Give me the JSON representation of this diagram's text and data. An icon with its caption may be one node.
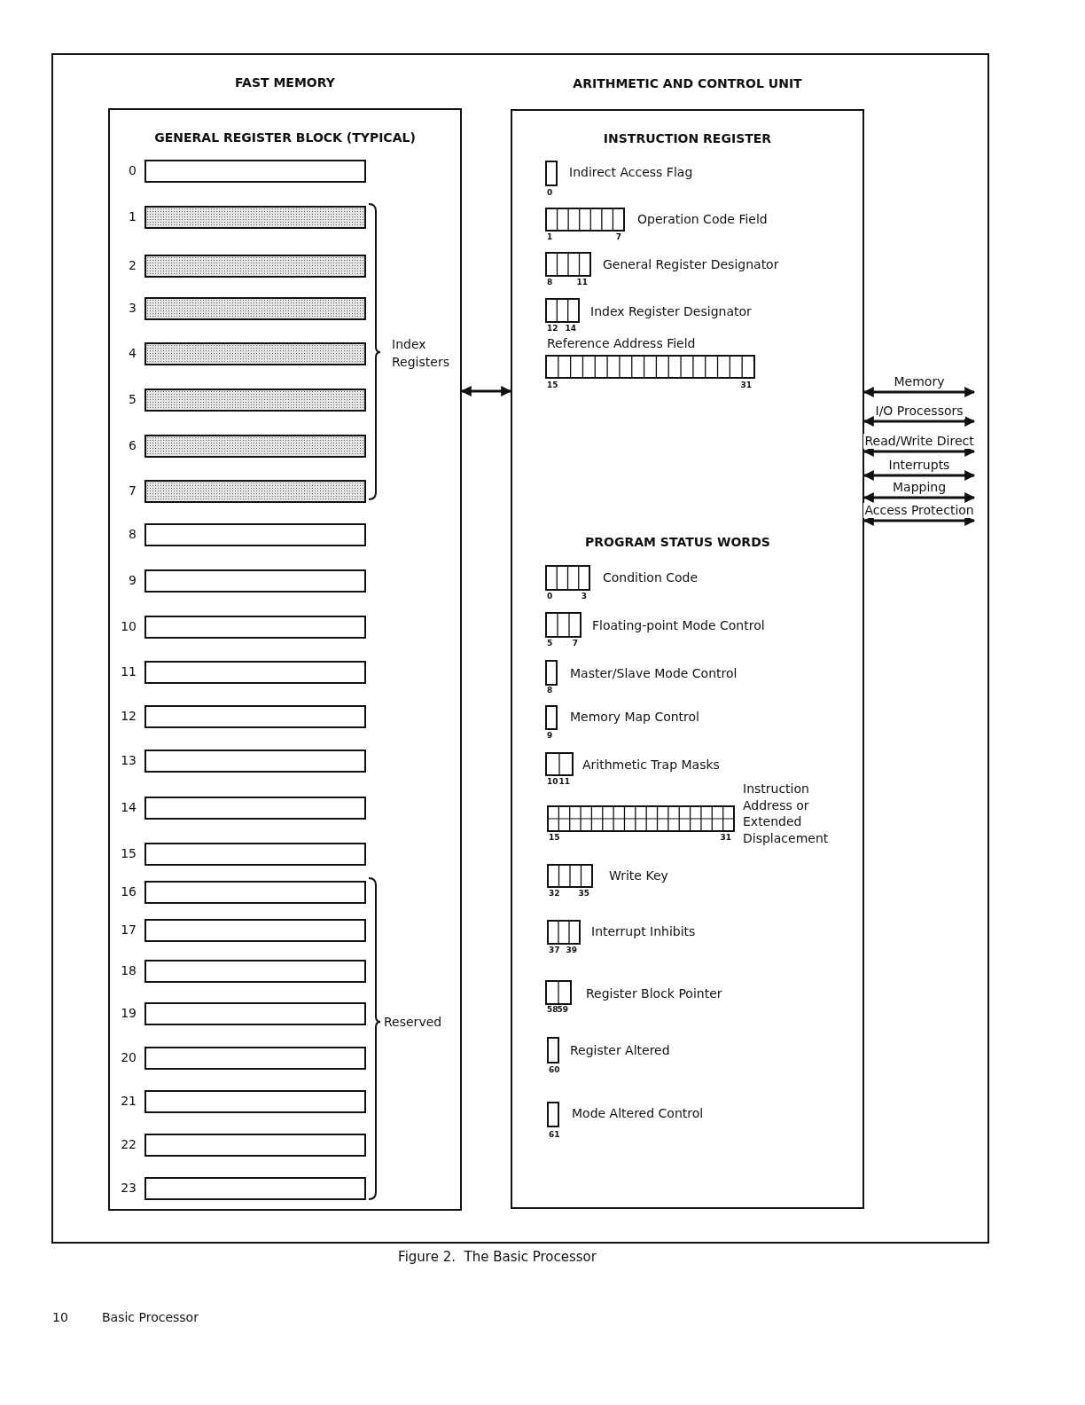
{
  "diagram": {
    "caption": "Figure 2.  The Basic Processor",
    "nodes": [
      {
        "text": [
          "FAST MEMORY",
          "GENERAL REGISTER BLOCK (TYPICAL)"
        ]
      },
      {
        "text": [],
        "shape": "bar",
        "beside": [
          "0"
        ],
        "in": 0
      },
      {
        "text": [],
        "shape": "bar",
        "beside": [
          "1"
        ],
        "in": 0
      },
      {
        "text": [],
        "shape": "bar",
        "beside": [
          "2"
        ],
        "in": 0
      },
      {
        "text": [],
        "shape": "bar",
        "beside": [
          "3"
        ],
        "in": 0
      },
      {
        "text": [],
        "shape": "bar",
        "beside": [
          "4"
        ],
        "in": 0
      },
      {
        "text": [],
        "shape": "bar",
        "beside": [
          "5"
        ],
        "in": 0
      },
      {
        "text": [],
        "shape": "bar",
        "beside": [
          "6"
        ],
        "in": 0
      },
      {
        "text": [],
        "shape": "bar",
        "beside": [
          "7"
        ],
        "in": 0
      },
      {
        "text": [],
        "shape": "bar",
        "beside": [
          "8"
        ],
        "in": 0
      },
      {
        "text": [],
        "shape": "bar",
        "beside": [
          "9"
        ],
        "in": 0
      },
      {
        "text": [],
        "shape": "bar",
        "beside": [
          "10"
        ],
        "in": 0
      },
      {
        "text": [],
        "shape": "bar",
        "beside": [
          "11"
        ],
        "in": 0
      },
      {
        "text": [],
        "shape": "bar",
        "beside": [
          "12"
        ],
        "in": 0
      },
      {
        "text": [],
        "shape": "bar",
        "beside": [
          "13"
        ],
        "in": 0
      },
      {
        "text": [],
        "shape": "bar",
        "beside": [
          "14"
        ],
        "in": 0
      },
      {
        "text": [],
        "shape": "bar",
        "beside": [
          "15"
        ],
        "in": 0
      },
      {
        "text": [],
        "shape": "bar",
        "beside": [
          "16"
        ],
        "in": 0
      },
      {
        "text": [],
        "shape": "bar",
        "beside": [
          "17"
        ],
        "in": 0
      },
      {
        "text": [],
        "shape": "bar",
        "beside": [
          "18"
        ],
        "in": 0
      },
      {
        "text": [],
        "shape": "bar",
        "beside": [
          "19"
        ],
        "in": 0
      },
      {
        "text": [],
        "shape": "bar",
        "beside": [
          "20"
        ],
        "in": 0
      },
      {
        "text": [],
        "shape": "bar",
        "beside": [
          "21"
        ],
        "in": 0
      },
      {
        "text": [],
        "shape": "bar",
        "beside": [
          "22"
        ],
        "in": 0
      },
      {
        "text": [],
        "shape": "bar",
        "beside": [
          "23"
        ],
        "in": 0
      },
      {
        "text": [
          "ARITHMETIC AND CONTROL UNIT",
          "INSTRUCTION REGISTER"
        ]
      },
      {
        "text": [],
        "shape": "box",
        "beside": [
          "Indirect Access Flag",
          "0"
        ],
        "in": 25
      },
      {
        "text": [],
        "shape": "box",
        "beside": [
          "Operation Code Field",
          "1",
          "7"
        ],
        "in": 25
      },
      {
        "text": [],
        "shape": "box",
        "beside": [
          "General Register Designator",
          "8",
          "11"
        ],
        "in": 25
      },
      {
        "text": [],
        "shape": "box",
        "beside": [
          "Index Register Designator",
          "12",
          "14"
        ],
        "in": 25
      },
      {
        "text": [],
        "shape": "box",
        "beside": [
          "Reference Address Field",
          "15",
          "31"
        ],
        "in": 25
      },
      {
        "text": [],
        "shape": "box",
        "beside": [
          "Condition Code",
          "0",
          "3"
        ],
        "in": 25
      },
      {
        "text": [],
        "shape": "box",
        "beside": [
          "Floating-point Mode Control",
          "5",
          "7"
        ],
        "in": 25
      },
      {
        "text": [],
        "shape": "box",
        "beside": [
          "Master/Slave Mode Control",
          "8"
        ],
        "in": 25
      },
      {
        "text": [],
        "shape": "box",
        "beside": [
          "Memory Map Control",
          "9"
        ],
        "in": 25
      },
      {
        "text": [],
        "shape": "box",
        "beside": [
          "Arithmetic Trap Masks",
          "10",
          "11"
        ],
        "in": 25
      },
      {
        "text": [],
        "shape": "box",
        "beside": [
          "Instruction Address or Extended Displacement",
          "15",
          "31"
        ],
        "in": 25
      },
      {
        "text": [],
        "shape": "box",
        "beside": [
          "Write Key",
          "32",
          "35"
        ],
        "in": 25
      },
      {
        "text": [],
        "shape": "box",
        "beside": [
          "Interrupt Inhibits",
          "37",
          "39"
        ],
        "in": 25
      },
      {
        "text": [],
        "shape": "box",
        "beside": [
          "Register Block Pointer",
          "58",
          "59"
        ],
        "in": 25
      },
      {
        "text": [],
        "shape": "box",
        "beside": [
          "Register Altered",
          "60"
        ],
        "in": 25
      },
      {
        "text": [],
        "shape": "box",
        "beside": [
          "Mode Altered Control",
          "61"
        ],
        "in": 25
      }
    ],
    "edges": [
      {
        "from": 0,
        "to": 25,
        "arrow": "both"
      },
      {
        "from": 25,
        "to": null,
        "arrow": "both",
        "label": "Memory"
      },
      {
        "from": 25,
        "to": null,
        "arrow": "both",
        "label": "I/O Processors"
      },
      {
        "from": 25,
        "to": null,
        "arrow": "both",
        "label": "Read/Write Direct"
      },
      {
        "from": 25,
        "to": null,
        "arrow": "both",
        "label": "Interrupts"
      },
      {
        "from": 25,
        "to": null,
        "arrow": "both",
        "label": "Mapping"
      },
      {
        "from": 25,
        "to": null,
        "arrow": "both",
        "label": "Access Protection"
      }
    ],
    "labels": [
      "PROGRAM STATUS WORDS",
      "Index Registers",
      "Reserved",
      "10",
      "Basic Processor"
    ]
  }
}
